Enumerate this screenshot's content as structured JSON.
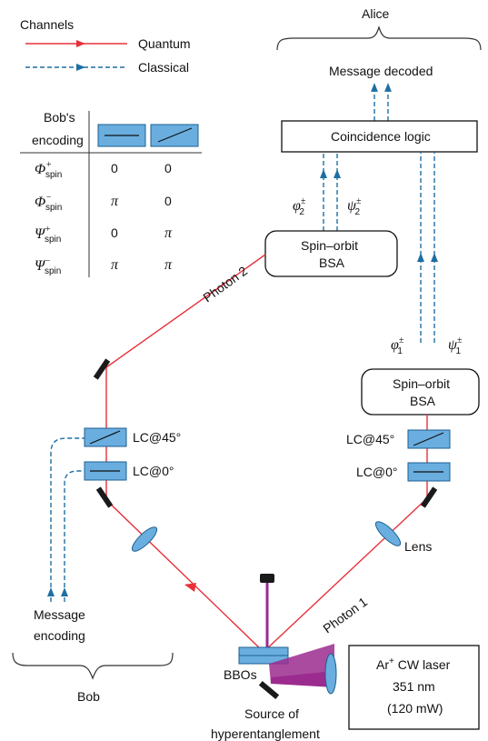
{
  "legend": {
    "title": "Channels",
    "quantum": "Quantum",
    "classical": "Classical"
  },
  "table": {
    "header_line1": "Bob's",
    "header_line2": "encoding",
    "rows": [
      {
        "state": "Φ",
        "sign": "+",
        "sub": "spin",
        "col1": "0",
        "col2": "0"
      },
      {
        "state": "Φ",
        "sign": "−",
        "sub": "spin",
        "col1": "π",
        "col2": "0"
      },
      {
        "state": "Ψ",
        "sign": "+",
        "sub": "spin",
        "col1": "0",
        "col2": "π"
      },
      {
        "state": "Ψ",
        "sign": "−",
        "sub": "spin",
        "col1": "π",
        "col2": "π"
      }
    ]
  },
  "alice": {
    "name": "Alice",
    "decoded": "Message decoded",
    "coincidence": "Coincidence logic"
  },
  "bsa_top": {
    "line1": "Spin–orbit",
    "line2": "BSA",
    "phi": "φ",
    "psi": "ψ",
    "pm": "±",
    "index": "2"
  },
  "bsa_right": {
    "line1": "Spin–orbit",
    "line2": "BSA",
    "phi": "φ",
    "psi": "ψ",
    "pm": "±",
    "index": "1"
  },
  "photon2": "Photon 2",
  "photon1": "Photon 1",
  "bob_lc45": "LC@45°",
  "bob_lc0": "LC@0°",
  "alice_lc45": "LC@45°",
  "alice_lc0": "LC@0°",
  "lens": "Lens",
  "bbos": "BBOs",
  "bob": {
    "encoding_line1": "Message",
    "encoding_line2": "encoding",
    "name": "Bob"
  },
  "source": {
    "line1": "Source of",
    "line2": "hyperentanglement"
  },
  "laser": {
    "line1": "Ar",
    "line1_sup": "+",
    "line1_rest": " CW laser",
    "line2": "351 nm",
    "line3": "(120 mW)"
  },
  "colors": {
    "quantum": "#e8303a",
    "classical": "#1f6fa3",
    "pump": "#9b2b8f",
    "plate": "#6aaee0"
  }
}
